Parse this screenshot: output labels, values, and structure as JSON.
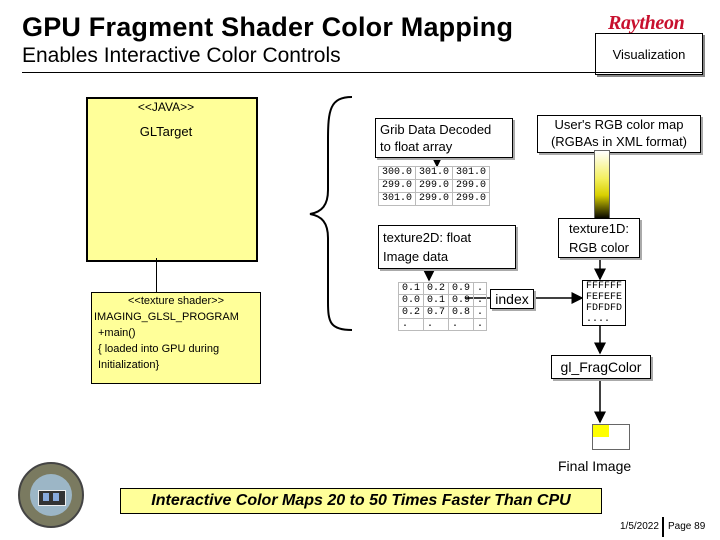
{
  "header": {
    "title": "GPU Fragment Shader Color Mapping",
    "subtitle": "Enables Interactive Color Controls",
    "logo_text": "Raytheon",
    "badge": "Visualization"
  },
  "uml_class": {
    "stereotype": "<<JAVA>>",
    "name": "GLTarget"
  },
  "texture_shader": {
    "stereotype": "<<texture shader>>",
    "name": "IMAGING_GLSL_PROGRAM",
    "method": "+main()",
    "note_line1": "{ loaded into GPU during",
    "note_line2": "Initialization}"
  },
  "grib": {
    "line1": "Grib Data Decoded",
    "line2": "to float array",
    "table": [
      [
        "300.0",
        "301.0",
        "301.0"
      ],
      [
        "299.0",
        "299.0",
        "299.0"
      ],
      [
        "301.0",
        "299.0",
        "299.0"
      ]
    ]
  },
  "user_map": {
    "line1": "User's RGB color map",
    "line2": "(RGBAs in XML format)"
  },
  "texture2d": {
    "line1": "texture2D: float",
    "line2": "Image data",
    "table": [
      [
        "0.1",
        "0.2",
        "0.9",
        "."
      ],
      [
        "0.0",
        "0.1",
        "0.9",
        "."
      ],
      [
        "0.2",
        "0.7",
        "0.8",
        "."
      ],
      [
        ".",
        ".",
        ".",
        "."
      ]
    ]
  },
  "texture1d": {
    "line1": "texture1D:",
    "line2": "RGB color",
    "table": [
      "FFFFFF",
      "FEFEFE",
      "FDFDFD",
      "...."
    ]
  },
  "index_label": "index",
  "frag_color": "gl_FragColor",
  "final_image": "Final Image",
  "banner": "Interactive Color Maps 20 to 50 Times Faster Than CPU",
  "footer": {
    "date": "1/5/2022",
    "page": "Page 89"
  },
  "colors": {
    "class_fill": "#ffff99",
    "logo_red": "#c8102e",
    "banner_fill": "#ffff99"
  }
}
